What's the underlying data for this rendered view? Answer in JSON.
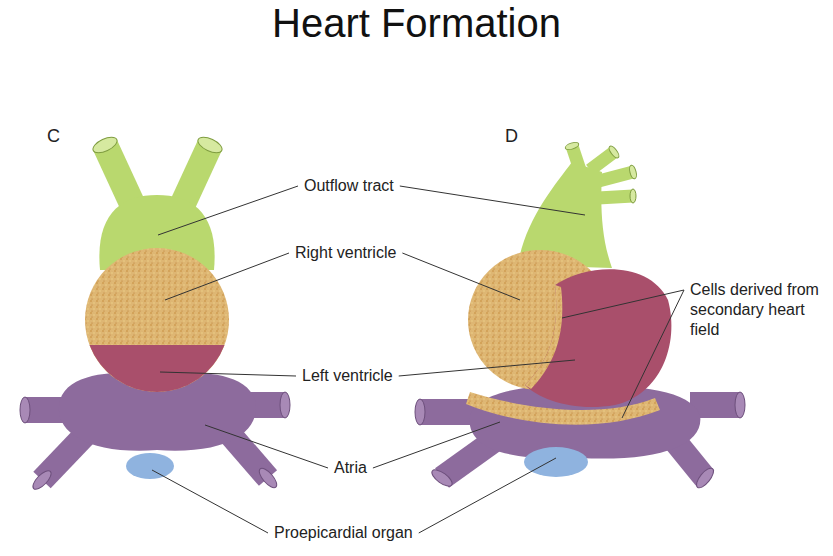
{
  "diagram": {
    "title": "Heart Formation",
    "labels": [
      "C",
      "D",
      "Outflow tract",
      "Right ventricle",
      "Left ventricle",
      "Atria",
      "Proepicardial organ",
      "Cells derived from secondary heart field"
    ]
  }
}
